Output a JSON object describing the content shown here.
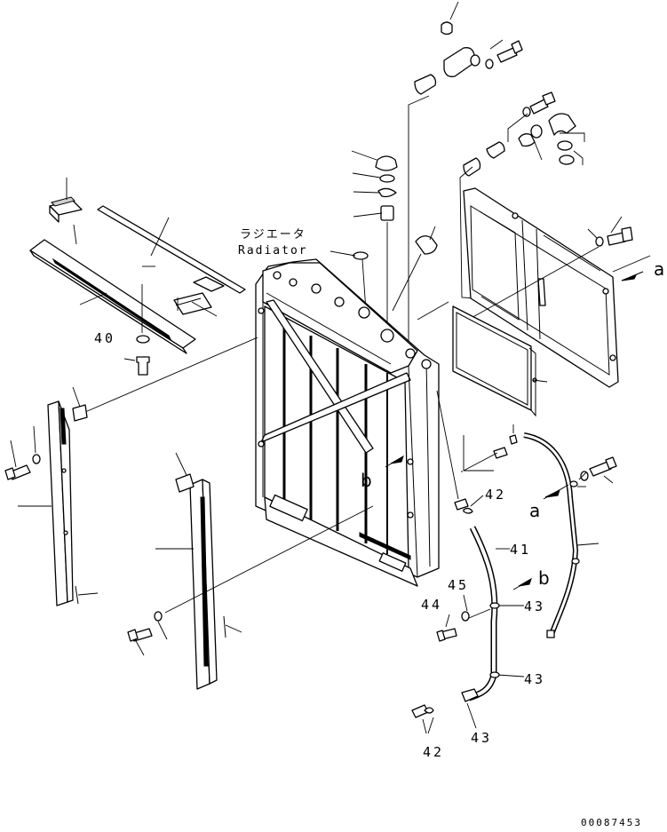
{
  "diagram": {
    "title_jp": "ラジエータ",
    "title_en": "Radiator",
    "drawing_code": "00087453",
    "callouts": [
      {
        "id": "c40",
        "text": "40"
      },
      {
        "id": "c41",
        "text": "41"
      },
      {
        "id": "c42a",
        "text": "42"
      },
      {
        "id": "c42b",
        "text": "42"
      },
      {
        "id": "c43a",
        "text": "43"
      },
      {
        "id": "c43b",
        "text": "43"
      },
      {
        "id": "c43c",
        "text": "43"
      },
      {
        "id": "c44",
        "text": "44"
      },
      {
        "id": "c45",
        "text": "45"
      }
    ],
    "refs": [
      {
        "id": "ref-a1",
        "text": "a"
      },
      {
        "id": "ref-a2",
        "text": "a"
      },
      {
        "id": "ref-b1",
        "text": "b"
      },
      {
        "id": "ref-b2",
        "text": "b"
      }
    ]
  }
}
